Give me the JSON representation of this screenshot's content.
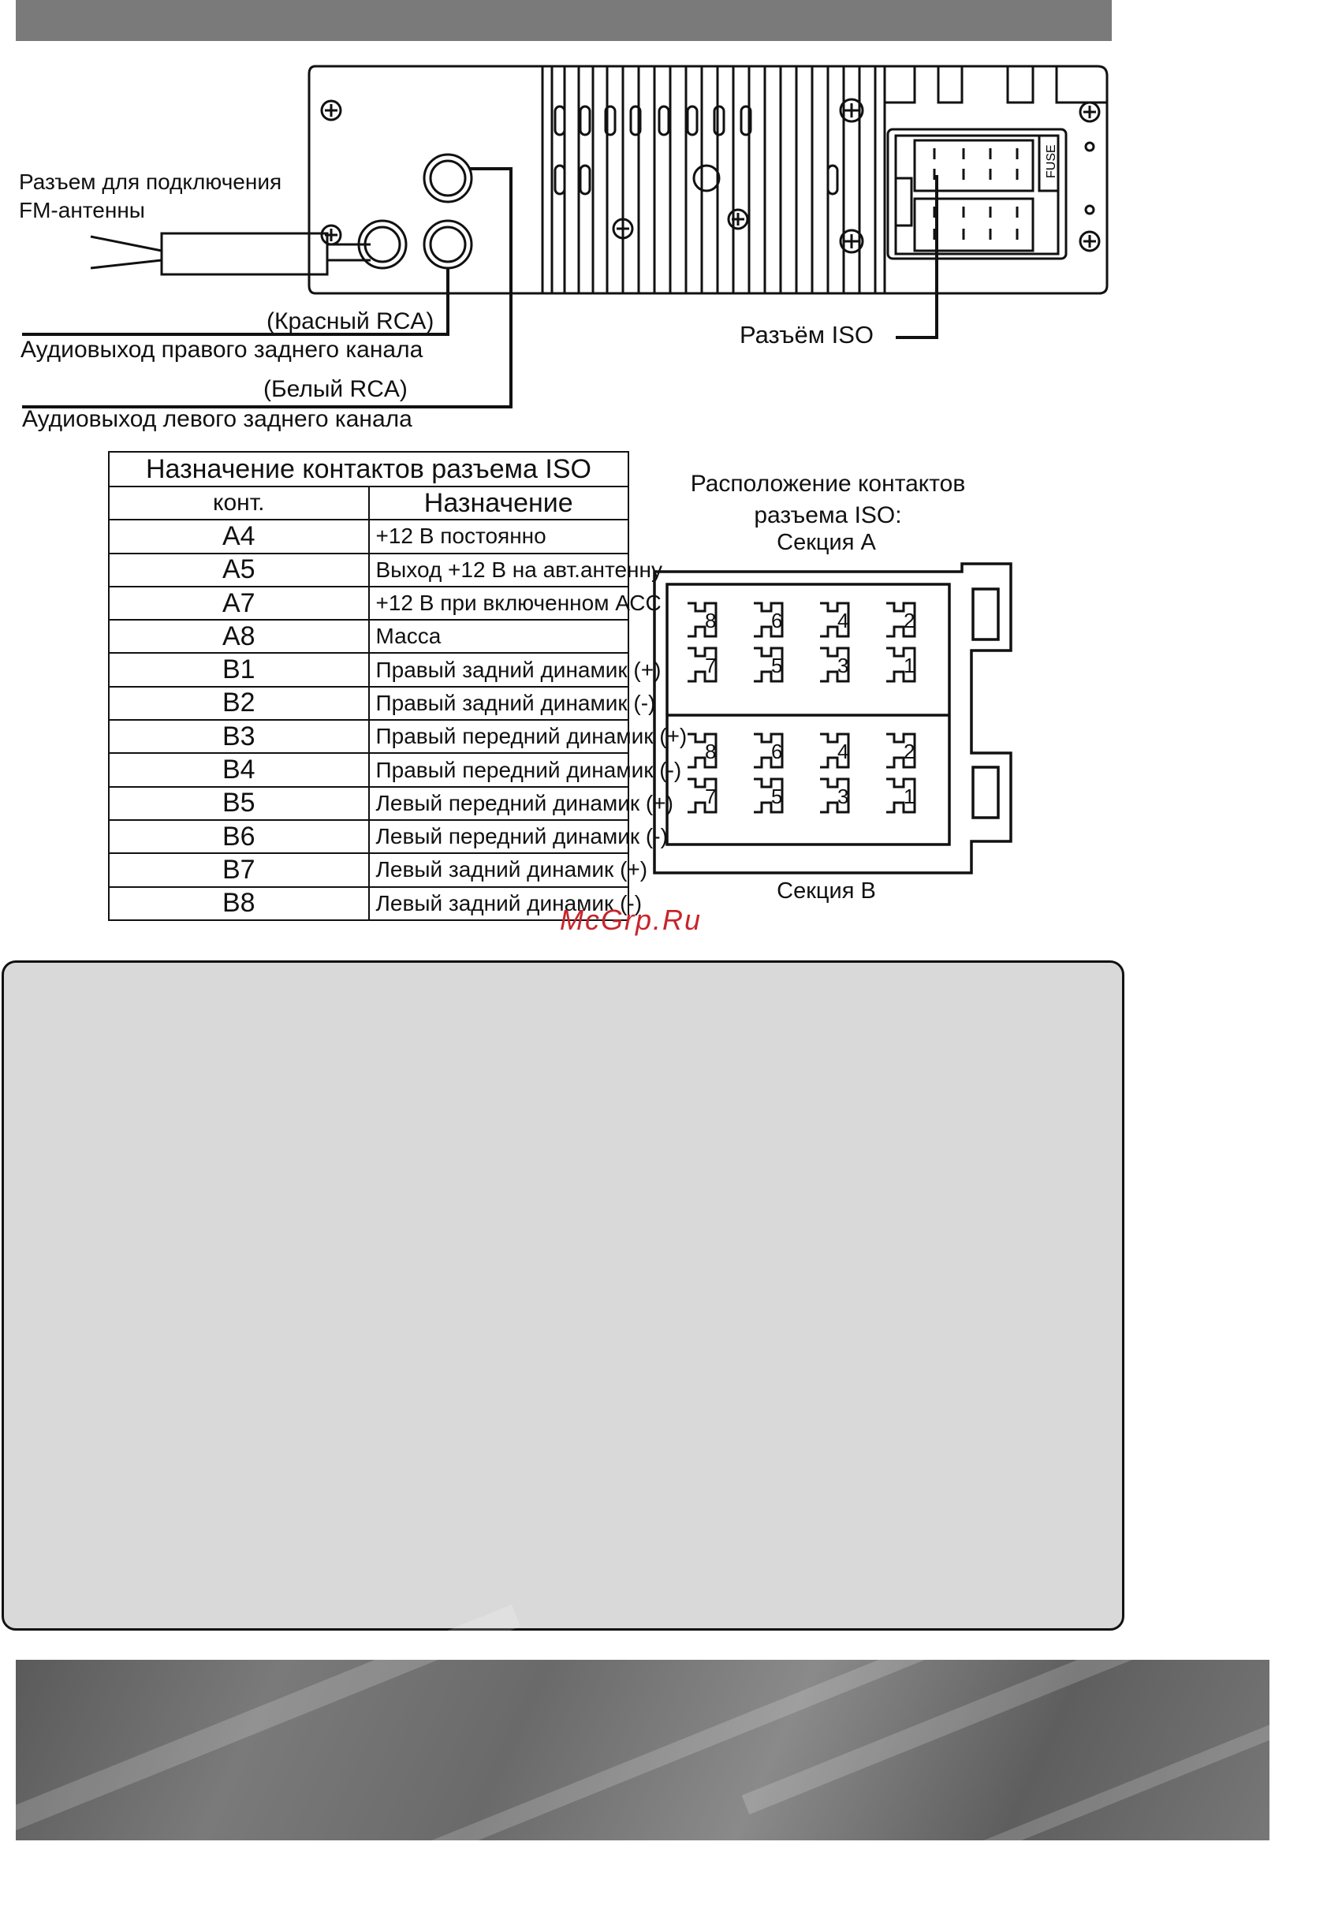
{
  "header_bar": {
    "color": "#7a7a7a"
  },
  "rear_panel": {
    "fm_connector_label_line1": "Разъем для подключения",
    "fm_connector_label_line2": "FM-антенны",
    "red_rca": "(Красный RCA)",
    "right_rear_out": "Аудиовыход правого заднего канала",
    "white_rca": "(Белый RCA)",
    "left_rear_out": "Аудиовыход левого заднего канала",
    "iso_connector": "Разъём ISO",
    "fuse": "FUSE"
  },
  "pin_table": {
    "caption": "Назначение контактов разъема ISO",
    "col_contact": "конт.",
    "col_function": "Назначение",
    "rows": [
      {
        "pin": "A4",
        "fn": "+12 В постоянно"
      },
      {
        "pin": "A5",
        "fn": "Выход +12 В на авт.антенну"
      },
      {
        "pin": "A7",
        "fn": "+12 В при включенном АСС"
      },
      {
        "pin": "A8",
        "fn": "Масса"
      },
      {
        "pin": "B1",
        "fn": "Правый задний динамик (+)"
      },
      {
        "pin": "B2",
        "fn": "Правый задний динамик (-)"
      },
      {
        "pin": "B3",
        "fn": "Правый передний динамик (+)"
      },
      {
        "pin": "B4",
        "fn": "Правый передний динамик (-)"
      },
      {
        "pin": "B5",
        "fn": "Левый передний динамик (+)"
      },
      {
        "pin": "B6",
        "fn": "Левый передний динамик (-)"
      },
      {
        "pin": "B7",
        "fn": "Левый задний динамик (+)"
      },
      {
        "pin": "B8",
        "fn": "Левый задний динамик (-)"
      }
    ]
  },
  "iso_layout": {
    "title_line1": "Расположение контактов",
    "title_line2": "разъема ISO:",
    "section_a": "Секция А",
    "section_b": "Секция В",
    "top_row_numbers": [
      "8",
      "6",
      "4",
      "2"
    ],
    "bottom_row_numbers": [
      "7",
      "5",
      "3",
      "1"
    ]
  },
  "watermark": "McGrp.Ru",
  "colors": {
    "panel": "#d9d9d9",
    "watermark": "#c8242b"
  }
}
